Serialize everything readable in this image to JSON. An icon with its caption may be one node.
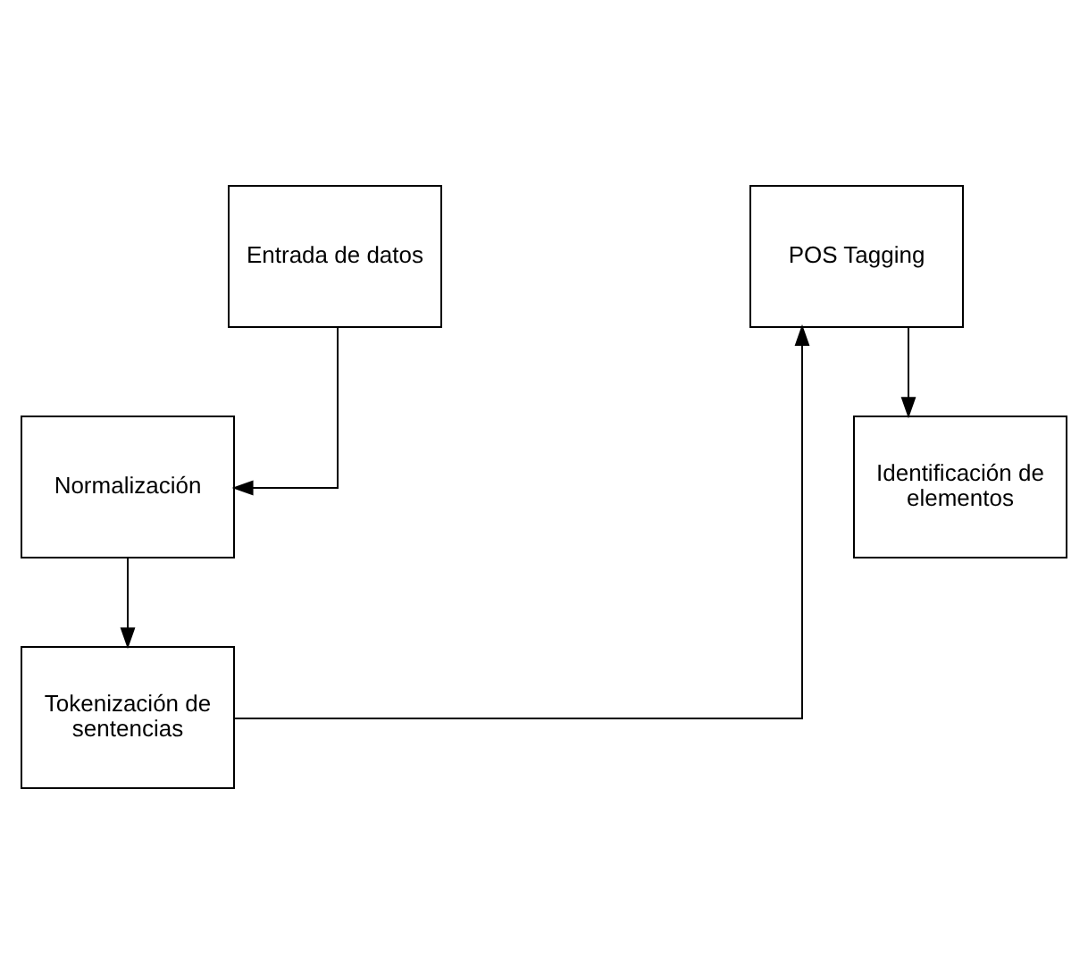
{
  "diagram": {
    "nodes": [
      {
        "text": [
          "Entrada de datos"
        ]
      },
      {
        "text": [
          "Normalización"
        ]
      },
      {
        "text": [
          "Tokenización de sentencias"
        ]
      },
      {
        "text": [
          "POS Tagging"
        ]
      },
      {
        "text": [
          "Identificación de elementos"
        ]
      }
    ],
    "edges": [
      {
        "from": 0,
        "to": 1,
        "arrow": "to"
      },
      {
        "from": 1,
        "to": 2,
        "arrow": "to"
      },
      {
        "from": 2,
        "to": 3,
        "arrow": "to"
      },
      {
        "from": 3,
        "to": 4,
        "arrow": "to"
      }
    ]
  }
}
